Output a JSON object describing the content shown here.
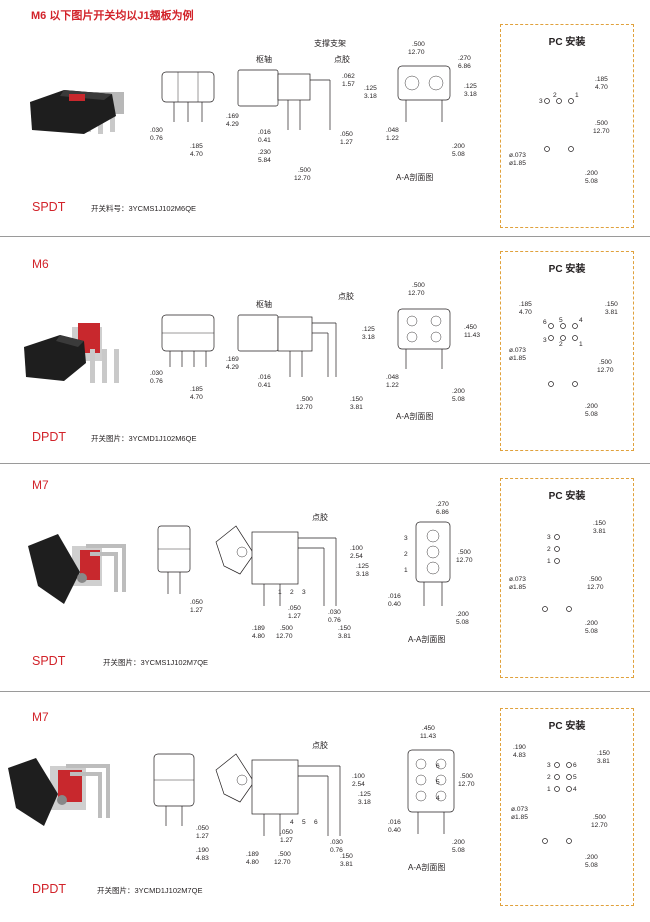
{
  "header": "M6 以下图片开关均以J1翘板为例",
  "labels": {
    "pivot": "枢轴",
    "bracket": "支撑支架",
    "glue": "点胶",
    "section_view": "A-A剖面图",
    "pc_mount": "PC 安装",
    "section_mark": "A"
  },
  "colors": {
    "accent": "#d2232a",
    "dashed_border": "#e0a13c",
    "separator": "#9a9a9a"
  },
  "sections": [
    {
      "model": "M6",
      "type": "SPDT",
      "part_label": "开关料号：",
      "part_no": "3YCMS1J102M6QE",
      "dims": {
        "d030": ".030",
        "d076": "0.76",
        "d169": ".169",
        "d429": "4.29",
        "d185": ".185",
        "d470": "4.70",
        "d016": ".016",
        "d041": "0.41",
        "d230": ".230",
        "d584": "5.84",
        "d500": ".500",
        "d1270": "12.70",
        "d062": ".062",
        "d157": "1.57",
        "d125": ".125",
        "d318": "3.18",
        "d050": ".050",
        "d127": "1.27",
        "d270": ".270",
        "d686": "6.86",
        "d048": ".048",
        "d122": "1.22",
        "d200": ".200",
        "d508": "5.08",
        "d073": "ø.073",
        "d185b": "ø1.85"
      },
      "pins": [
        "3",
        "2",
        "1"
      ]
    },
    {
      "model": "M6",
      "type": "DPDT",
      "part_label": "开关图片：",
      "part_no": "3YCMD1J102M6QE",
      "dims": {
        "d030": ".030",
        "d076": "0.76",
        "d169": ".169",
        "d429": "4.29",
        "d185": ".185",
        "d470": "4.70",
        "d016": ".016",
        "d041": "0.41",
        "d500": ".500",
        "d1270": "12.70",
        "d125": ".125",
        "d318": "3.18",
        "d150": ".150",
        "d381": "3.81",
        "d450": ".450",
        "d1143": "11.43",
        "d048": ".048",
        "d122": "1.22",
        "d200": ".200",
        "d508": "5.08",
        "d073": "ø.073",
        "d185b": "ø1.85"
      },
      "pins": [
        "6",
        "5",
        "4",
        "3",
        "2",
        "1"
      ]
    },
    {
      "model": "M7",
      "type": "SPDT",
      "part_label": "开关图片：",
      "part_no": "3YCMS1J102M7QE",
      "dims": {
        "d050": ".050",
        "d127": "1.27",
        "d100": ".100",
        "d254": "2.54",
        "d125": ".125",
        "d318": "3.18",
        "d189": ".189",
        "d480": "4.80",
        "d500": ".500",
        "d1270": "12.70",
        "d030": ".030",
        "d076": "0.76",
        "d150": ".150",
        "d381": "3.81",
        "d270": ".270",
        "d686": "6.86",
        "d016": ".016",
        "d040": "0.40",
        "d200": ".200",
        "d508": "5.08",
        "d073": "ø.073",
        "d185b": "ø1.85"
      },
      "pins": [
        "3",
        "2",
        "1"
      ]
    },
    {
      "model": "M7",
      "type": "DPDT",
      "part_label": "开关图片：",
      "part_no": "3YCMD1J102M7QE",
      "dims": {
        "d050": ".050",
        "d127": "1.27",
        "d190": ".190",
        "d483": "4.83",
        "d100": ".100",
        "d254": "2.54",
        "d125": ".125",
        "d318": "3.18",
        "d189": ".189",
        "d480": "4.80",
        "d500": ".500",
        "d1270": "12.70",
        "d030": ".030",
        "d076": "0.76",
        "d150": ".150",
        "d381": "3.81",
        "d450": ".450",
        "d1143": "11.43",
        "d016": ".016",
        "d040": "0.40",
        "d200": ".200",
        "d508": "5.08",
        "d073": "ø.073",
        "d185b": "ø1.85"
      },
      "pins": [
        "6",
        "5",
        "4",
        "3",
        "2",
        "1"
      ]
    }
  ]
}
